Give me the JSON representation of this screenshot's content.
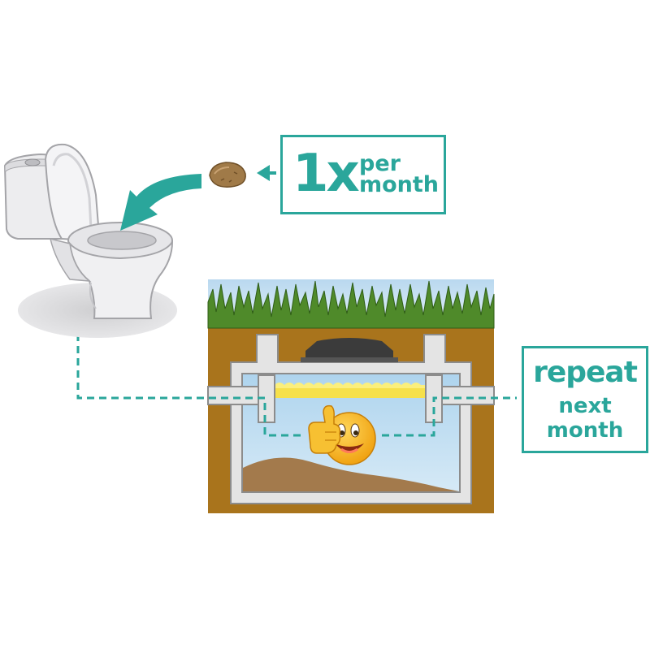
{
  "dose_label": {
    "big": "1x",
    "small_line1": "per",
    "small_line2": "month"
  },
  "repeat_label": {
    "line1": "repeat",
    "line2": "next",
    "line3": "month"
  },
  "colors": {
    "accent_teal": "#2aa69b",
    "grass": "#4f8a2a",
    "soil": "#a9741c",
    "sky": "#cfe4f2",
    "tank_wall": "#e4e4e4",
    "water": "#bcdcf0",
    "sludge": "#a37a4c",
    "scum_layer": "#f6e04a",
    "tablet": "#a07a48",
    "smiley": "#f5b51d"
  },
  "icons": {
    "toilet": "toilet-icon",
    "tablet": "treatment-tablet-icon",
    "arrow": "curved-arrow-icon",
    "smiley": "thumbs-up-smiley-icon"
  }
}
